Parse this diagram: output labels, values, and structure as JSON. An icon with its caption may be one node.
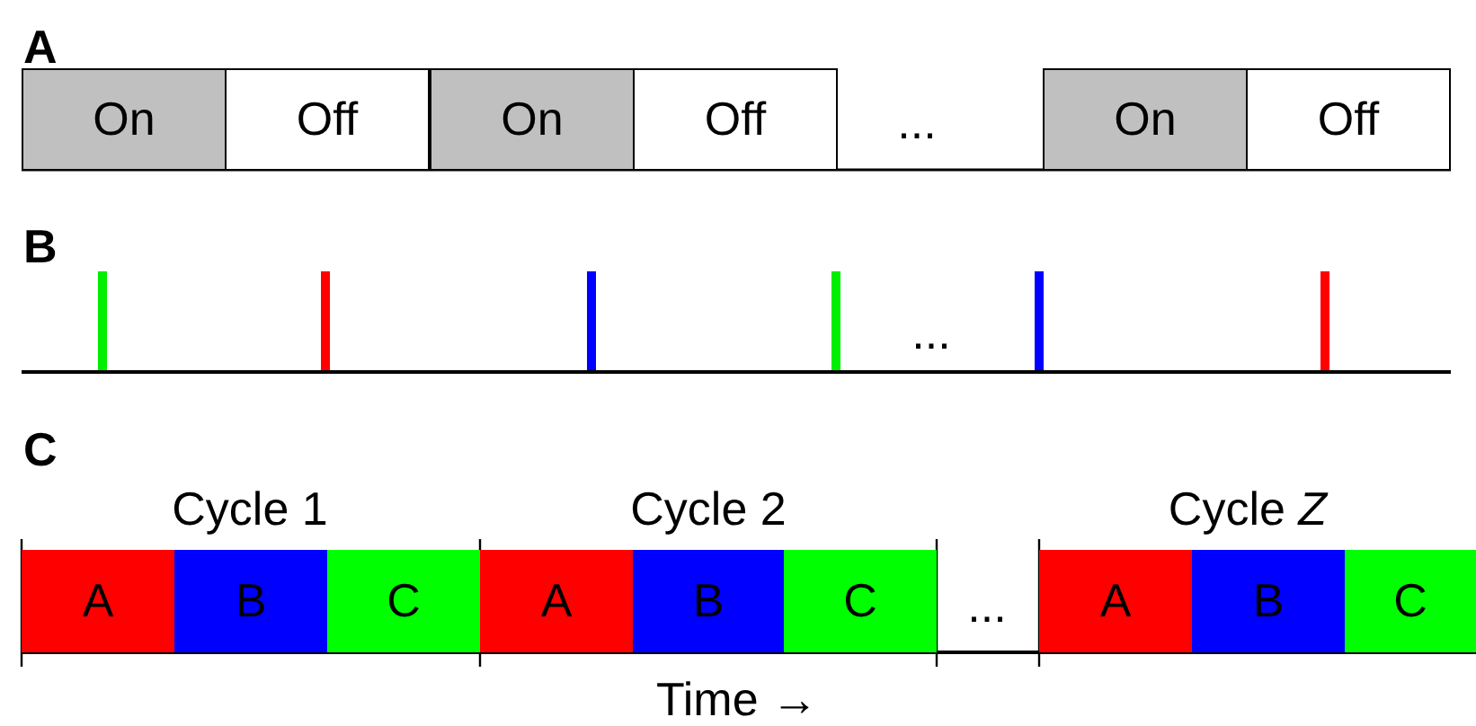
{
  "diagram": {
    "nodes": [
      {
        "text": [
          "On"
        ]
      },
      {
        "text": [
          "Off"
        ]
      },
      {
        "text": [
          "On"
        ]
      },
      {
        "text": [
          "Off"
        ]
      },
      {
        "text": [
          "On"
        ]
      },
      {
        "text": [
          "Off"
        ]
      },
      {
        "text": [
          "A"
        ]
      },
      {
        "text": [
          "B"
        ]
      },
      {
        "text": [
          "C"
        ]
      },
      {
        "text": [
          "A"
        ]
      },
      {
        "text": [
          "B"
        ]
      },
      {
        "text": [
          "C"
        ]
      },
      {
        "text": [
          "A"
        ]
      },
      {
        "text": [
          "B"
        ]
      },
      {
        "text": [
          "C"
        ]
      }
    ],
    "labels": [
      "A",
      "...",
      "B",
      "...",
      "C",
      "Cycle 1",
      "Cycle 2",
      "Cycle *Z*",
      "...",
      "Time →"
    ]
  }
}
